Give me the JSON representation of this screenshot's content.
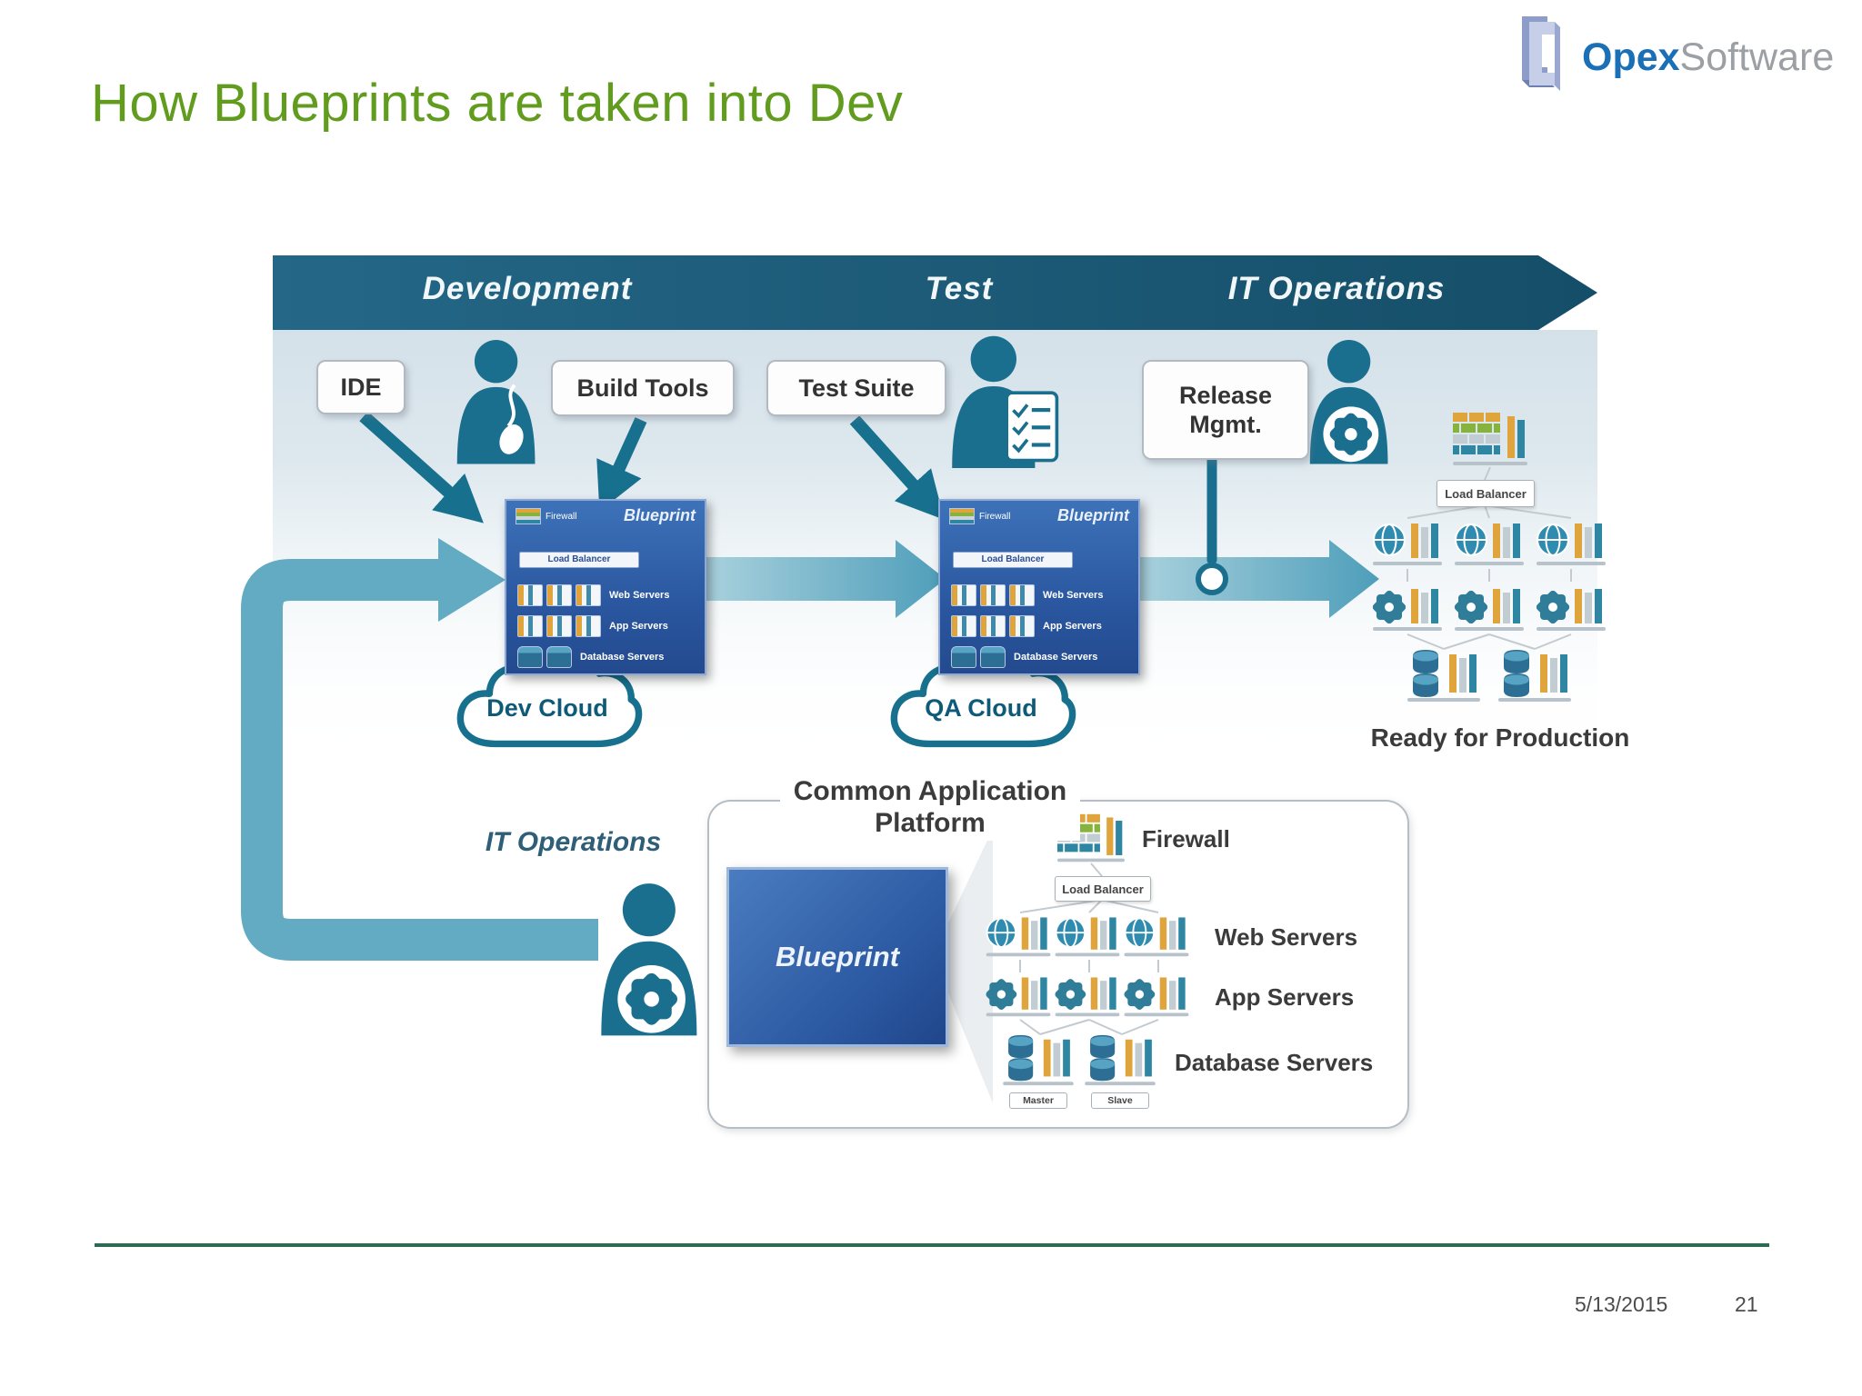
{
  "slide": {
    "title": "How Blueprints are taken into Dev",
    "date": "5/13/2015",
    "page": "21"
  },
  "logo": {
    "name_bold": "Opex",
    "name_light": "Software"
  },
  "banner": {
    "phases": [
      "Development",
      "Test",
      "IT Operations"
    ]
  },
  "boxes": {
    "ide": "IDE",
    "build_tools": "Build Tools",
    "test_suite": "Test Suite",
    "release_mgmt": "Release Mgmt."
  },
  "clouds": {
    "dev": "Dev Cloud",
    "qa": "QA Cloud"
  },
  "labels": {
    "blueprint": "Blueprint",
    "firewall": "Firewall",
    "load_balancer": "Load Balancer",
    "web_servers": "Web Servers",
    "app_servers": "App Servers",
    "database_servers": "Database Servers",
    "master": "Master",
    "slave": "Slave",
    "ready_for_production": "Ready for Production",
    "it_operations": "IT Operations"
  },
  "platform": {
    "title_line1": "Common Application",
    "title_line2": "Platform"
  },
  "colors": {
    "title_green": "#619c1f",
    "banner_teal": "#1d5f7d",
    "flow_teal": "#4e9eba",
    "blueprint_blue": "#2a57a0",
    "footer_green": "#2c6a51"
  }
}
